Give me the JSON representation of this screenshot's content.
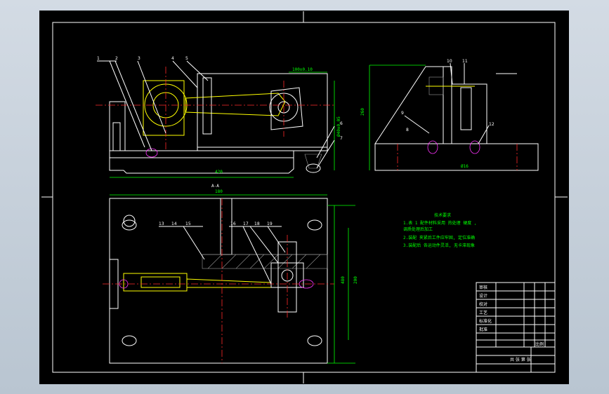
{
  "drawing": {
    "part_numbers": [
      "1",
      "2",
      "3",
      "4",
      "5",
      "6",
      "7",
      "8",
      "9",
      "10",
      "11",
      "12",
      "13",
      "14",
      "15",
      "16",
      "17",
      "18",
      "19"
    ],
    "dimensions": {
      "front_width": "420",
      "front_height": "260",
      "bore_top": "100±0.10",
      "right_note": "Ø40±0.05",
      "plan_width": "180",
      "plan_height_a": "480",
      "plan_height_b": "200",
      "side_note": "Ø16",
      "section_label": "A-A"
    },
    "notes": {
      "title": "技术要求",
      "lines": [
        "1.表 1 配件材料采用 热处理 硬度 ,",
        "调质处理后加工",
        "2.装配 夹紧后工件应牢固, 定位准确",
        "3.装配后 各运动件灵活, 无卡滞现象"
      ]
    },
    "title_block": {
      "rows": [
        "审核",
        "设计",
        "校对",
        "工艺",
        "标准化",
        "批准"
      ],
      "scale_label": "比例",
      "sheet_label": "共 张 第 张"
    }
  }
}
